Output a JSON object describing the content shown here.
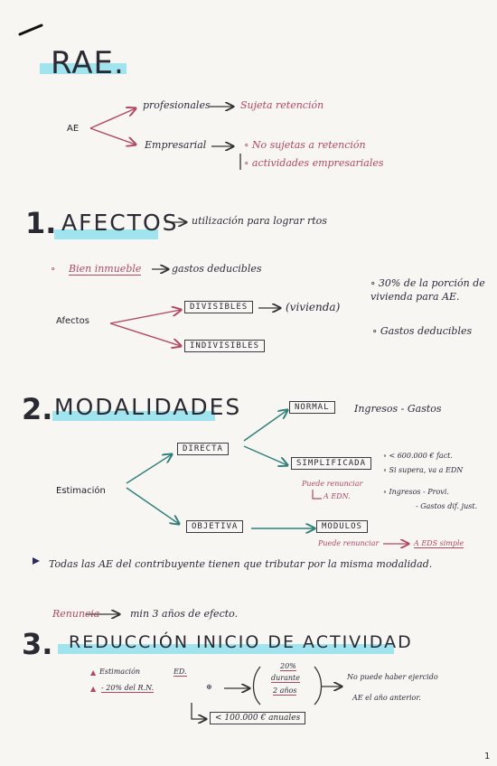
{
  "header": {
    "title": "RAE."
  },
  "rae_tree": {
    "root": "AE",
    "branch_top": "profesionales",
    "branch_top_result": "Sujeta retención",
    "branch_bottom": "Empresarial",
    "bottom_bullets": [
      "No sujetas a retención",
      "actividades empresariales"
    ]
  },
  "section1": {
    "number": "1.",
    "title": "AFECTOS",
    "arrow_text": "utilización para lograr rtos",
    "bullet": "Bien inmueble",
    "bullet_result": "gastos deducibles",
    "root": "Afectos",
    "box_divisibles": "DIVISIBLES",
    "paren_note": "(vivienda)",
    "box_indivisibles": "INDIVISIBLES",
    "right_note_1": "30% de la porción de vivienda para AE.",
    "right_note_2": "Gastos deducibles"
  },
  "section2": {
    "number": "2.",
    "title": "MODALIDADES",
    "root": "Estimación",
    "box_directa": "DIRECTA",
    "box_normal": "NORMAL",
    "normal_note": "Ingresos - Gastos",
    "box_simplificada": "SIMPLIFICADA",
    "simplificada_sub": [
      "Puede renunciar",
      "A EDN."
    ],
    "simplificada_notes": [
      "< 600.000 € fact.",
      "Si supera, va a EDN",
      "Ingresos - Provi.",
      "- Gastos dif. just."
    ],
    "box_objetiva": "OBJETIVA",
    "box_modulos": "MODULOS",
    "modulos_sub": "Puede renunciar",
    "modulos_target": "A EDS simple",
    "rule": "Todas las AE del contribuyente tienen que tributar por la misma modalidad.",
    "renuncia_label": "Renuncia",
    "renuncia_text": "min 3 años de efecto."
  },
  "section3": {
    "number": "3.",
    "title": "REDUCCIÓN INICIO DE ACTIVIDAD",
    "line1_label": "Estimación",
    "line1_value": "ED.",
    "line2_text": "- 20% del R.N.",
    "paren_lines": [
      "20%",
      "durante",
      "2 años"
    ],
    "right_note": [
      "No puede haber ejercido",
      "AE el año anterior."
    ],
    "box_limit": "< 100.000 € anuales"
  },
  "footer": {
    "page_number": "1"
  }
}
